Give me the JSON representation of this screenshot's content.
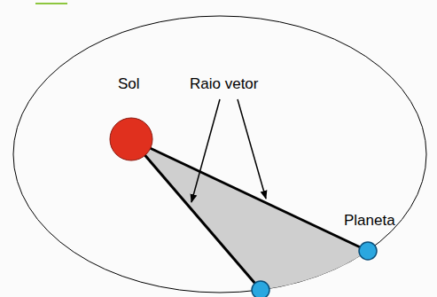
{
  "diagram": {
    "labels": [
      "Sol",
      "Raio vetor",
      "Planeta"
    ]
  }
}
